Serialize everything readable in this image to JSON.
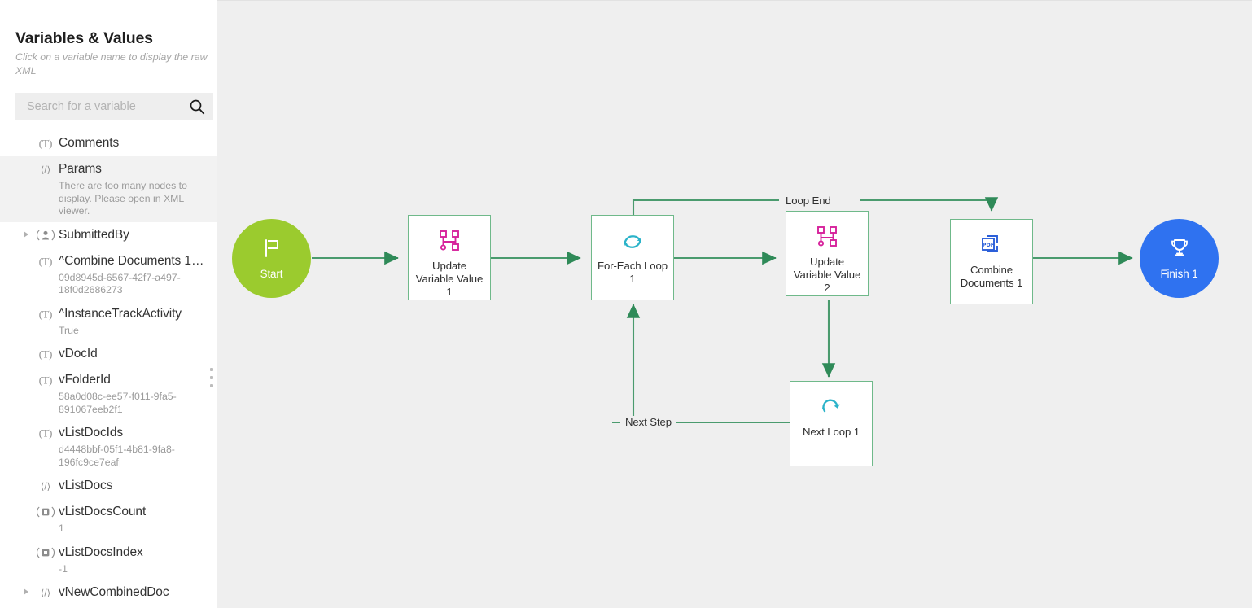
{
  "sidebar": {
    "title": "Variables & Values",
    "subtitle": "Click on a variable name to display the raw XML",
    "search": {
      "placeholder": "Search for a variable",
      "value": "",
      "icon": "search-icon"
    },
    "drag_handle_icon": "vertical-dots-drag-handle-icon",
    "items": [
      {
        "name": "Comments",
        "value": "",
        "icon": "text-type-icon",
        "expandable": false,
        "selected": false
      },
      {
        "name": "Params",
        "value": "There are too many nodes to display. Please open in XML viewer.",
        "icon": "xml-code-type-icon",
        "expandable": false,
        "selected": true
      },
      {
        "name": "SubmittedBy",
        "value": "",
        "icon": "user-type-icon",
        "expandable": true,
        "selected": false
      },
      {
        "name": "^Combine Documents 1D...",
        "value": "09d8945d-6567-42f7-a497-18f0d2686273",
        "icon": "text-type-icon",
        "expandable": false,
        "selected": false
      },
      {
        "name": "^InstanceTrackActivity",
        "value": "True",
        "icon": "text-type-icon",
        "expandable": false,
        "selected": false
      },
      {
        "name": "vDocId",
        "value": "",
        "icon": "text-type-icon",
        "expandable": false,
        "selected": false
      },
      {
        "name": "vFolderId",
        "value": "58a0d08c-ee57-f011-9fa5-891067eeb2f1",
        "icon": "text-type-icon",
        "expandable": false,
        "selected": false
      },
      {
        "name": "vListDocIds",
        "value": "d4448bbf-05f1-4b81-9fa8-196fc9ce7eaf|",
        "icon": "text-type-icon",
        "expandable": false,
        "selected": false
      },
      {
        "name": "vListDocs",
        "value": "",
        "icon": "xml-code-type-icon",
        "expandable": false,
        "selected": false
      },
      {
        "name": "vListDocsCount",
        "value": "1",
        "icon": "number-type-icon",
        "expandable": false,
        "selected": false
      },
      {
        "name": "vListDocsIndex",
        "value": "-1",
        "icon": "number-type-icon",
        "expandable": false,
        "selected": false
      },
      {
        "name": "vNewCombinedDoc",
        "value": "",
        "icon": "xml-code-type-icon",
        "expandable": true,
        "selected": false
      }
    ]
  },
  "canvas": {
    "background": "#efefef",
    "edge_color": "#3f8f63",
    "node_border_color": "#6fb98a",
    "nodes": [
      {
        "id": "start",
        "label": "Start",
        "shape": "circle",
        "color": "#9BCB2E",
        "icon": "flag-icon"
      },
      {
        "id": "uvv1",
        "label": "Update Variable Value 1",
        "shape": "box",
        "color": "#D6219B",
        "icon": "update-variable-icon"
      },
      {
        "id": "foreach",
        "label": "For-Each Loop 1",
        "shape": "box",
        "color": "#2BB3C9",
        "icon": "for-each-loop-icon"
      },
      {
        "id": "uvv2",
        "label": "Update Variable Value 2",
        "shape": "box",
        "color": "#D6219B",
        "icon": "update-variable-icon"
      },
      {
        "id": "combine",
        "label": "Combine Documents 1",
        "shape": "box",
        "color": "#2B5FD9",
        "icon": "pdf-document-icon"
      },
      {
        "id": "finish",
        "label": "Finish 1",
        "shape": "circle",
        "color": "#2F72F0",
        "icon": "trophy-icon"
      },
      {
        "id": "nextloop",
        "label": "Next Loop 1",
        "shape": "box",
        "color": "#2BB3C9",
        "icon": "next-loop-icon"
      }
    ],
    "edge_labels": [
      {
        "id": "loop-end",
        "text": "Loop End"
      },
      {
        "id": "next-step",
        "text": "Next Step"
      }
    ]
  }
}
